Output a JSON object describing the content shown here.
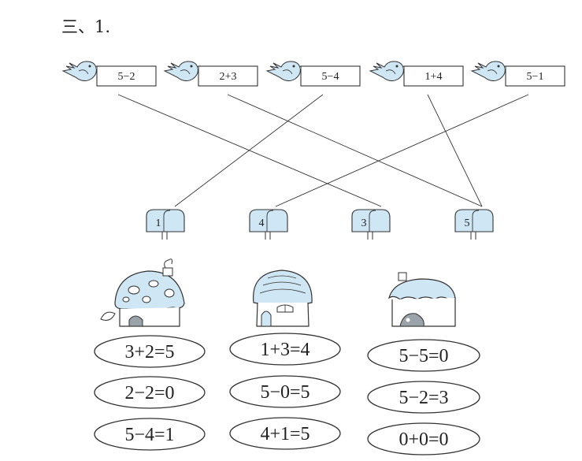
{
  "title": "三、1.",
  "birds": [
    {
      "expr": "5−2"
    },
    {
      "expr": "2+3"
    },
    {
      "expr": "5−4"
    },
    {
      "expr": "1+4"
    },
    {
      "expr": "5−1"
    }
  ],
  "mailboxes": [
    {
      "num": "1"
    },
    {
      "num": "4"
    },
    {
      "num": "3"
    },
    {
      "num": "5"
    }
  ],
  "connections": [
    {
      "from": 0,
      "to": 2
    },
    {
      "from": 1,
      "to": 3
    },
    {
      "from": 2,
      "to": 0
    },
    {
      "from": 3,
      "to": 3
    },
    {
      "from": 4,
      "to": 1
    }
  ],
  "houses": [
    {
      "equations": [
        "3+2=5",
        "2−2=0",
        "5−4=1"
      ]
    },
    {
      "equations": [
        "1+3=4",
        "5−0=5",
        "4+1=5"
      ]
    },
    {
      "equations": [
        "5−5=0",
        "5−2=3",
        "0+0=0"
      ]
    }
  ],
  "colors": {
    "accent": "#cfe6f4",
    "stroke": "#333333"
  }
}
